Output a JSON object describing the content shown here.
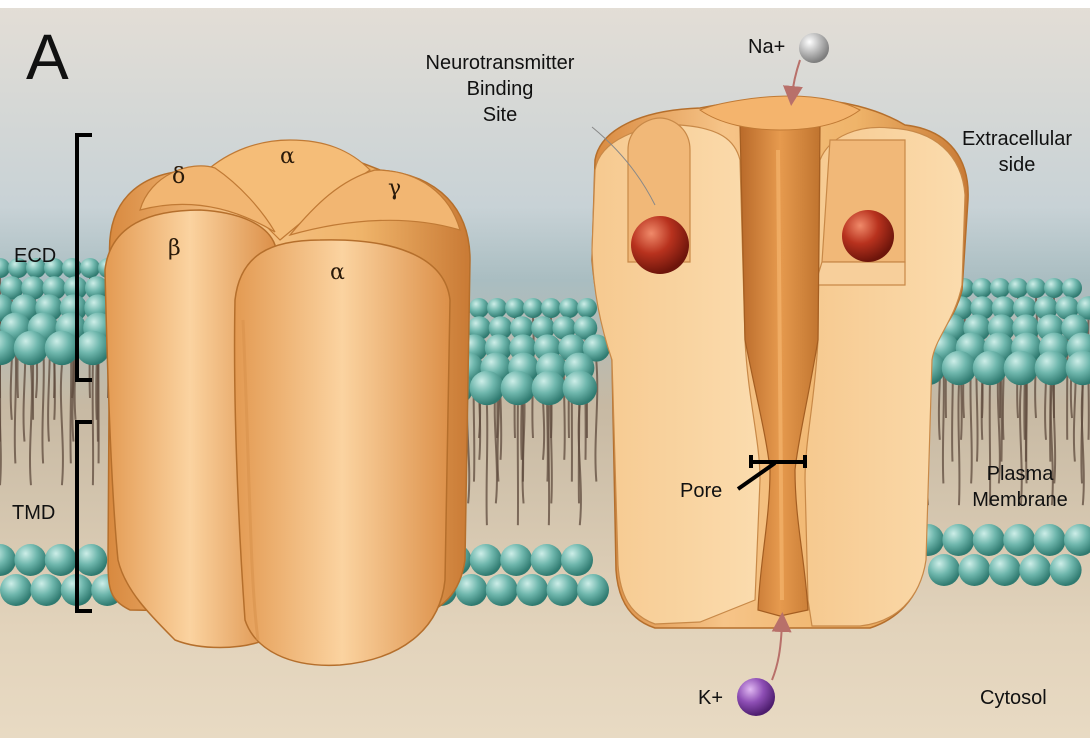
{
  "panel_letter": "A",
  "labels": {
    "ecd": "ECD",
    "tmd": "TMD",
    "binding_site": [
      "Neurotransmitter",
      "Binding",
      "Site"
    ],
    "na": "Na+",
    "k": "K+",
    "extracellular": [
      "Extracellular",
      "side"
    ],
    "plasma_membrane": [
      "Plasma",
      "Membrane"
    ],
    "pore": "Pore",
    "cytosol": "Cytosol"
  },
  "subunits": {
    "alpha_top": "α",
    "delta": "δ",
    "gamma": "γ",
    "beta": "β",
    "alpha_front": "α"
  },
  "colors": {
    "protein": "#efb46a",
    "membrane_head": "#6fb7ad",
    "sodium_ion": "#b9b9b9",
    "potassium_ion": "#8e4fb5",
    "ligand": "#b8321e",
    "arrow": "#b8706a"
  }
}
